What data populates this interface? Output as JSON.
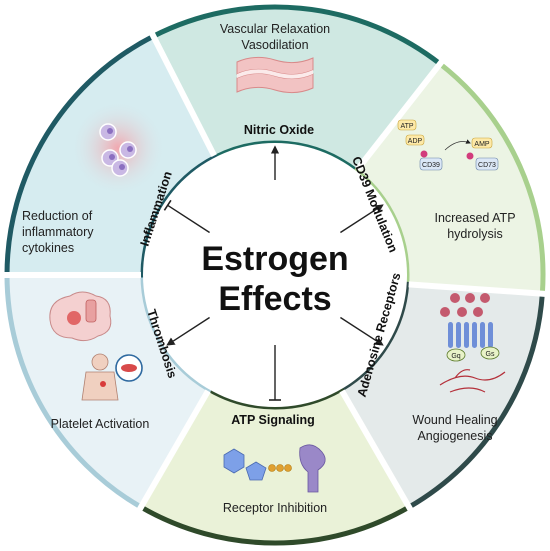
{
  "center": {
    "line1": "Estrogen",
    "line2": "Effects"
  },
  "segments": {
    "nitric_oxide": {
      "ring_label": "Nitric Oxide",
      "desc1": "Vascular Relaxation",
      "desc2": "Vasodilation",
      "color": "#cfe8e2"
    },
    "cd39": {
      "ring_label": "CD39 Modulation",
      "desc1": "Increased ATP",
      "desc2": "hydrolysis",
      "color": "#ecf4e4"
    },
    "adenosine": {
      "ring_label": "Adenosine Receptors",
      "desc1": "Wound Healing",
      "desc2": "Angiogenesis",
      "color": "#e4eaea"
    },
    "atp": {
      "ring_label": "ATP Signaling",
      "desc1": "Receptor Inhibition",
      "color": "#eaf2d8"
    },
    "thrombosis": {
      "ring_label": "Thrombosis",
      "desc1": "Platelet Activation",
      "color": "#e8f2f6"
    },
    "inflammation": {
      "ring_label": "Inflammation",
      "desc1": "Reduction of",
      "desc2": "inflammatory",
      "desc3": "cytokines",
      "color": "#d6ecf0"
    }
  },
  "cd39_icon_labels": {
    "atp": "ATP",
    "adp": "ADP",
    "amp": "AMP",
    "cd39": "CD39",
    "cd73": "CD73"
  },
  "receptor_labels": {
    "gq": "Gq",
    "gs": "Gs"
  }
}
